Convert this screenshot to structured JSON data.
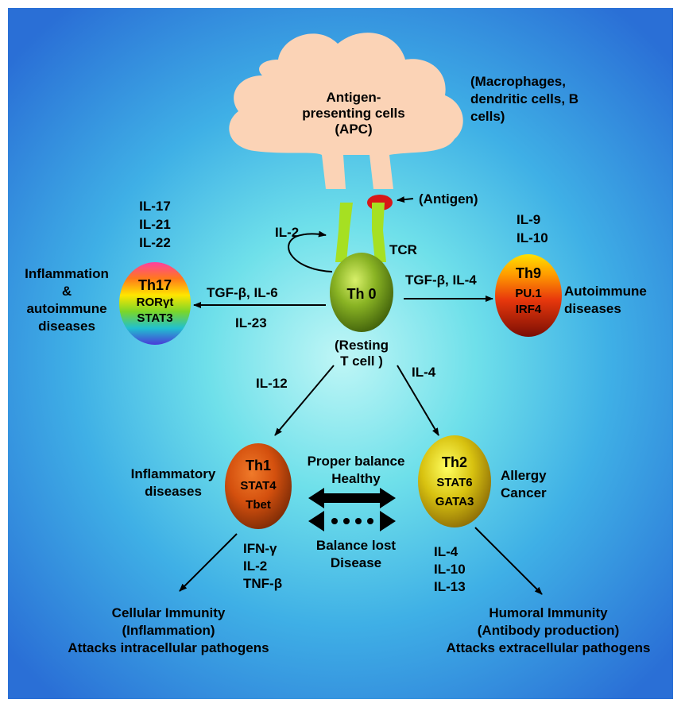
{
  "apc": {
    "label_lines": [
      "Antigen-",
      "presenting cells",
      "(APC)"
    ],
    "examples_lines": [
      "(Macrophages,",
      "dendritic cells, B",
      "cells)"
    ]
  },
  "antigen_label": "(Antigen)",
  "tcr_label": "TCR",
  "th0": {
    "name": "Th 0",
    "note_lines": [
      "(Resting",
      "T cell )"
    ],
    "autocrine_label": "IL-2"
  },
  "th17": {
    "name": "Th17",
    "factors": [
      "RORγt",
      "STAT3"
    ],
    "cytokines": [
      "IL-17",
      "IL-21",
      "IL-22"
    ],
    "disease_lines": [
      "Inflammation",
      "&",
      "autoimmune",
      "diseases"
    ],
    "inducer_top": "TGF-β, IL-6",
    "inducer_bottom": "IL-23"
  },
  "th9": {
    "name": "Th9",
    "factors": [
      "PU.1",
      "IRF4"
    ],
    "cytokines": [
      "IL-9",
      "IL-10"
    ],
    "disease_lines": [
      "Autoimmune",
      "diseases"
    ],
    "inducer": "TGF-β, IL-4"
  },
  "th1": {
    "name": "Th1",
    "factors": [
      "STAT4",
      "Tbet"
    ],
    "inducer": "IL-12",
    "disease_lines": [
      "Inflammatory",
      "diseases"
    ],
    "cytokines": [
      "IFN-γ",
      "IL-2",
      "TNF-β"
    ],
    "outcome_lines": [
      "Cellular Immunity",
      "(Inflammation)",
      "Attacks intracellular pathogens"
    ]
  },
  "th2": {
    "name": "Th2",
    "factors": [
      "STAT6",
      "GATA3"
    ],
    "inducer": "IL-4",
    "disease_lines": [
      "Allergy",
      "Cancer"
    ],
    "cytokines": [
      "IL-4",
      "IL-10",
      "IL-13"
    ],
    "outcome_lines": [
      "Humoral Immunity",
      "(Antibody production)",
      "Attacks extracellular pathogens"
    ]
  },
  "balance": {
    "proper_lines": [
      "Proper balance",
      "Healthy"
    ],
    "lost_lines": [
      "Balance lost",
      "Disease"
    ]
  },
  "colors": {
    "background_center": "#bff6f6",
    "background_edge": "#2a6fd6",
    "apc_fill": "#fbd3b6",
    "tcr_green": "#a6e022",
    "antigen_red": "#d81818",
    "th0_green": "#5e8a12",
    "th1_orange": "#d4500e",
    "th2_yellow": "#d8c210",
    "th9_red": "#e53a0c"
  }
}
